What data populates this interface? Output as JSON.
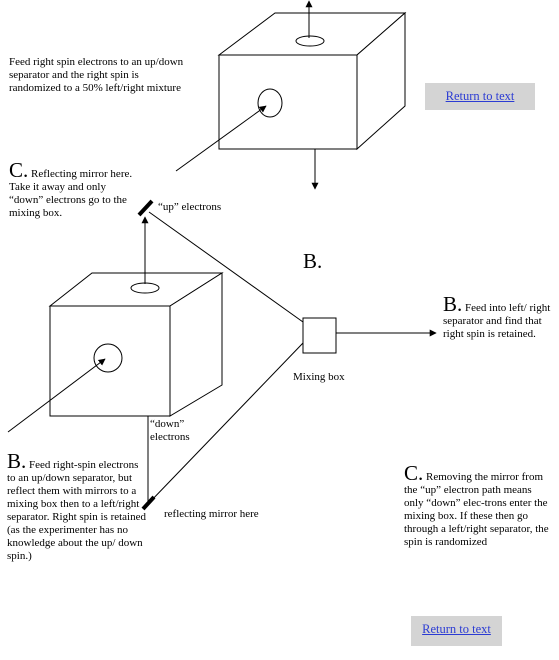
{
  "top_note": "Feed right spin electrons to an up/down separator and the right spin is randomized to a 50% left/right mixture",
  "return_link": "Return to text",
  "return_link_bottom": "Return to text",
  "c_left": {
    "letter": "C.",
    "text": "Reflecting mirror here. Take it away and only “down” electrons go to the mixing box."
  },
  "up_electrons": "“up” electrons",
  "b_center": "B.",
  "b_right": {
    "letter": "B.",
    "text": "Feed into left/ right separator and find that right spin is retained."
  },
  "mixing_box": "Mixing box",
  "down_electrons": "“down” electrons",
  "reflecting_mirror": "reflecting mirror here",
  "b_left": {
    "letter": "B.",
    "text": "Feed right-spin electrons to an up/down separator, but reflect them with mirrors to a mixing box then to a left/right separator. Right spin is retained (as the experimenter has no knowledge about the up/ down spin.)"
  },
  "c_right": {
    "letter": "C.",
    "text": "Removing the mirror from the “up” electron path means only “down” elec-trons enter the mixing box. If these then go through a left/right separator, the spin is randomized"
  }
}
